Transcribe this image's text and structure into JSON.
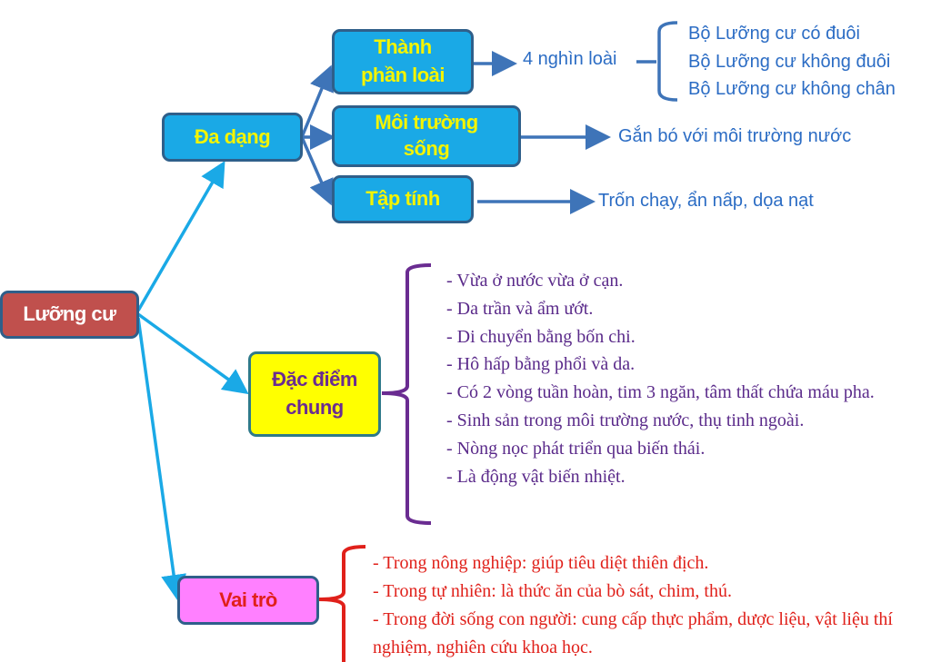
{
  "root": "Lưỡng cư",
  "da_dang": {
    "label": "Đa dạng",
    "thanh_phan": {
      "label": "Thành phần loài",
      "value": "4 nghìn loài",
      "items": [
        "Bộ Lưỡng cư có đuôi",
        "Bộ Lưỡng cư không  đuôi",
        "Bộ Lưỡng cư không  chân"
      ]
    },
    "moi_truong": {
      "label": "Môi trường sống",
      "value": "Gắn bó với môi trường nước"
    },
    "tap_tinh": {
      "label": "Tập tính",
      "value": "Trốn chạy, ẩn nấp, dọa nạt"
    }
  },
  "dac_diem": {
    "label": "Đặc điểm chung",
    "items": [
      "- Vừa ở nước vừa ở cạn.",
      "- Da trần và ẩm ướt.",
      "- Di chuyển  bằng bốn chi.",
      "- Hô hấp bằng phổi và da.",
      "- Có 2 vòng tuần hoàn, tim 3 ngăn, tâm thất chứa máu pha.",
      "- Sinh sản trong môi trường nước, thụ tinh ngoài.",
      "- Nòng nọc phát triển qua biến thái.",
      "- Là động vật biến nhiệt."
    ]
  },
  "vai_tro": {
    "label": "Vai trò",
    "items": [
      "- Trong nông nghiệp:  giúp tiêu diệt thiên địch.",
      "- Trong tự nhiên:  là thức ăn của bò sát, chim,  thú.",
      "- Trong đời sống con người:  cung cấp thực phẩm,  dược liệu,  vật liệu  thí nghiệm,  nghiên  cứu khoa học."
    ]
  },
  "colors": {
    "cyan": "#1aa9e6",
    "yellow": "#f4f400",
    "purple": "#6a2c91",
    "red": "#e0201a",
    "root": "#c0504d",
    "pink": "#ff80ff"
  }
}
